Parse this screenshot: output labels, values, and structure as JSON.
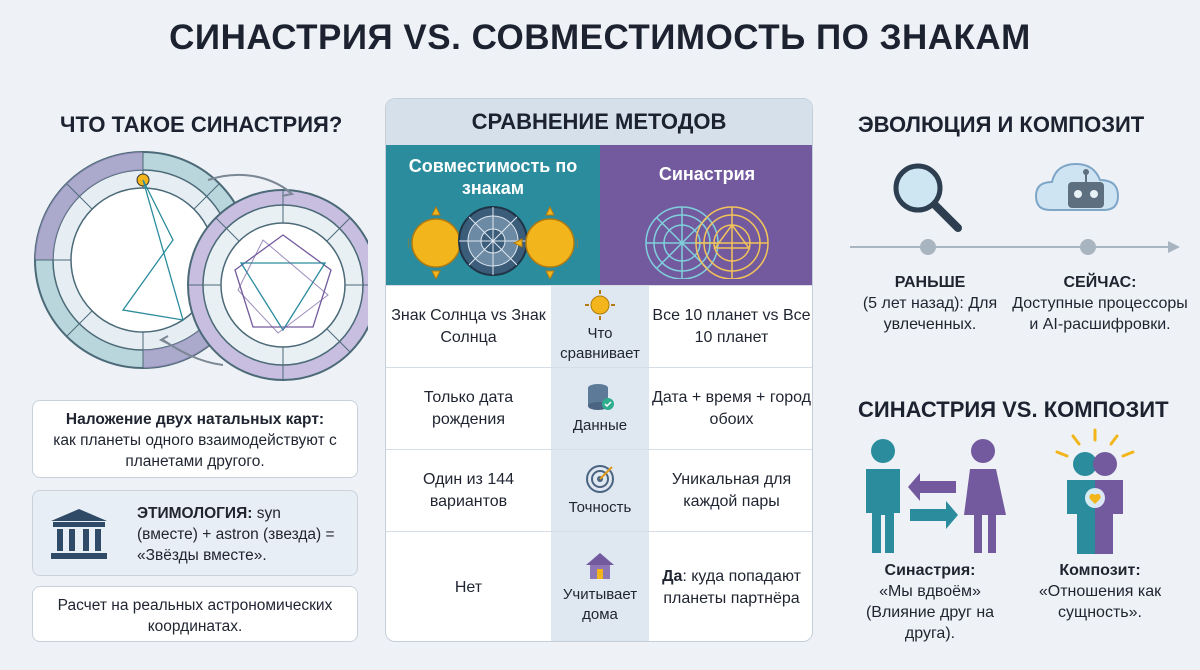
{
  "title": "СИНАСТРИЯ VS. СОВМЕСТИМОСТЬ ПО ЗНАКАМ",
  "left": {
    "heading": "ЧТО ТАКОЕ СИНАСТРИЯ?",
    "overlay_bold": "Наложение двух натальных карт:",
    "overlay_text": "как планеты одного взаимодействуют с планетами другого.",
    "etym_bold": "ЭТИМОЛОГИЯ:",
    "etym_text": " syn (вместе) + astron (звезда) = «Звёзды вместе».",
    "calc_text": "Расчет на реальных астрономических координатах."
  },
  "middle": {
    "heading": "СРАВНЕНИЕ МЕТОДОВ",
    "col_left": "Совместимость по знакам",
    "col_right": "Синастрия",
    "rows": [
      {
        "left": "Знак Солнца vs Знак Солнца",
        "label": "Что сравнивает",
        "icon": "sun-icon",
        "right": "Все 10 планет vs Все 10 планет"
      },
      {
        "left": "Только дата рождения",
        "label": "Данные",
        "icon": "database-icon",
        "right": "Дата + время + город обоих"
      },
      {
        "left": "Один из 144 вариантов",
        "label": "Точность",
        "icon": "target-icon",
        "right": "Уникальная для каждой пары"
      },
      {
        "left": "Нет",
        "label": "Учитывает дома",
        "icon": "house-icon",
        "right_bold": "Да",
        "right": ": куда попадают планеты партнёра"
      }
    ]
  },
  "right": {
    "heading1": "ЭВОЛЮЦИЯ И КОМПОЗИТ",
    "before_bold": "РАНЬШЕ",
    "before_text": "(5 лет назад): Для увлеченных.",
    "now_bold": "СЕЙЧАС:",
    "now_text": "Доступные процессоры и AI-расшифровки.",
    "heading2": "СИНАСТРИЯ VS. КОМПОЗИТ",
    "syn_bold": "Синастрия:",
    "syn_text": "«Мы вдвоём» (Влияние друг на друга).",
    "comp_bold": "Композит:",
    "comp_text": "«Отношения как сущность»."
  },
  "colors": {
    "teal": "#2a8c9c",
    "purple": "#735a9e",
    "background": "#eef2f6",
    "gold": "#f2b61c"
  }
}
